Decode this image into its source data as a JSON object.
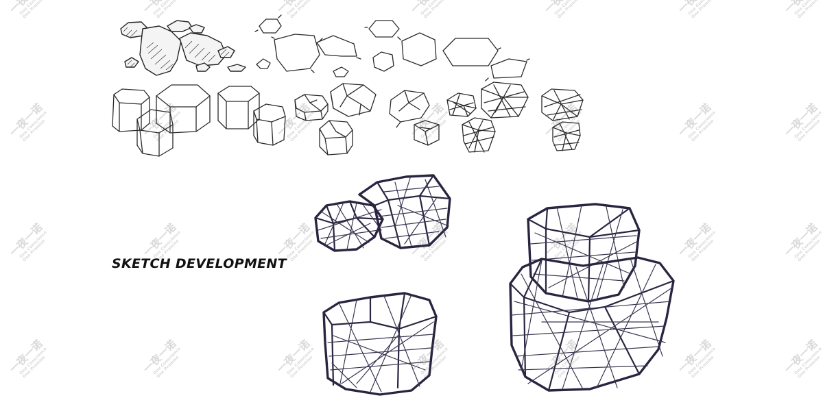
{
  "caption": "SKETCH DEVELOPMENT",
  "watermark": {
    "brand_cn": "一夜一诺",
    "brand_en_1": "One Conscience",
    "brand_en_2": "One Promise"
  },
  "colors": {
    "ink": "#2b2440",
    "pencil": "#2a2a2a",
    "background": "#ffffff"
  }
}
